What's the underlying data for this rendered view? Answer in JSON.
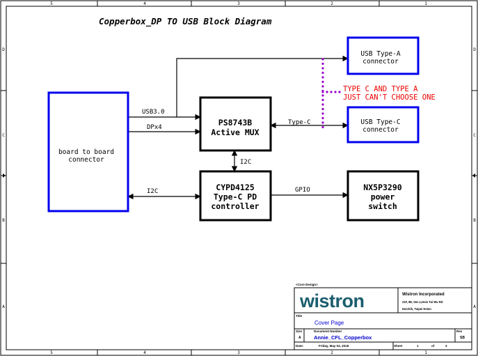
{
  "title": "Copperbox_DP TO USB Block Diagram",
  "border": {
    "col_top": [
      "5",
      "4",
      "3",
      "2",
      "1"
    ],
    "col_bottom": [
      "5",
      "4",
      "3",
      "2",
      "1"
    ],
    "rows": [
      "D",
      "C",
      "B",
      "A"
    ]
  },
  "blocks": {
    "b2b": "board to board\nconnector",
    "mux": "PS8743B\nActive MUX",
    "pd": "CYPD4125\nType-C PD\ncontroller",
    "usb_a": "USB Type-A\nconnector",
    "usb_c": "USB Type-C\nconnector",
    "power": "NX5P3290\npower\nswitch"
  },
  "signals": {
    "usb3": "USB3.0",
    "dpx4": "DPx4",
    "i2c_left": "I2C",
    "i2c_vertical": "I2C",
    "typec": "Type-C",
    "gpio": "GPIO"
  },
  "note": "TYPE C AND TYPE A\nJUST CAN'T CHOOSE ONE",
  "colors": {
    "blue_block": "#0000ee",
    "note_red": "#ee0000",
    "dots_purple": "#9900cc",
    "brand_teal": "#1b5e6e",
    "doc_blue": "#0000cc"
  },
  "title_block": {
    "core_design": "<Core Design>",
    "logo": "wistron",
    "company": "Wistron Incorporated",
    "addr1": "21F, 88, Sec.1,Hsin Tai Wu Rd",
    "addr2": "Hsichih, Taipei Hsien",
    "title_label": "Title",
    "title_value": "Cover Page",
    "size_label": "Size",
    "size_value": "A",
    "docnum_label": "Document Number",
    "docnum_value": "Annie_CFL_Copperbox",
    "rev_label": "Rev",
    "rev_value": "SB",
    "date_label": "Date:",
    "date_value": "Friday, May 04, 2018",
    "sheet_label": "Sheet",
    "sheet_value": "1",
    "of_label": "of",
    "of_value": "3"
  }
}
